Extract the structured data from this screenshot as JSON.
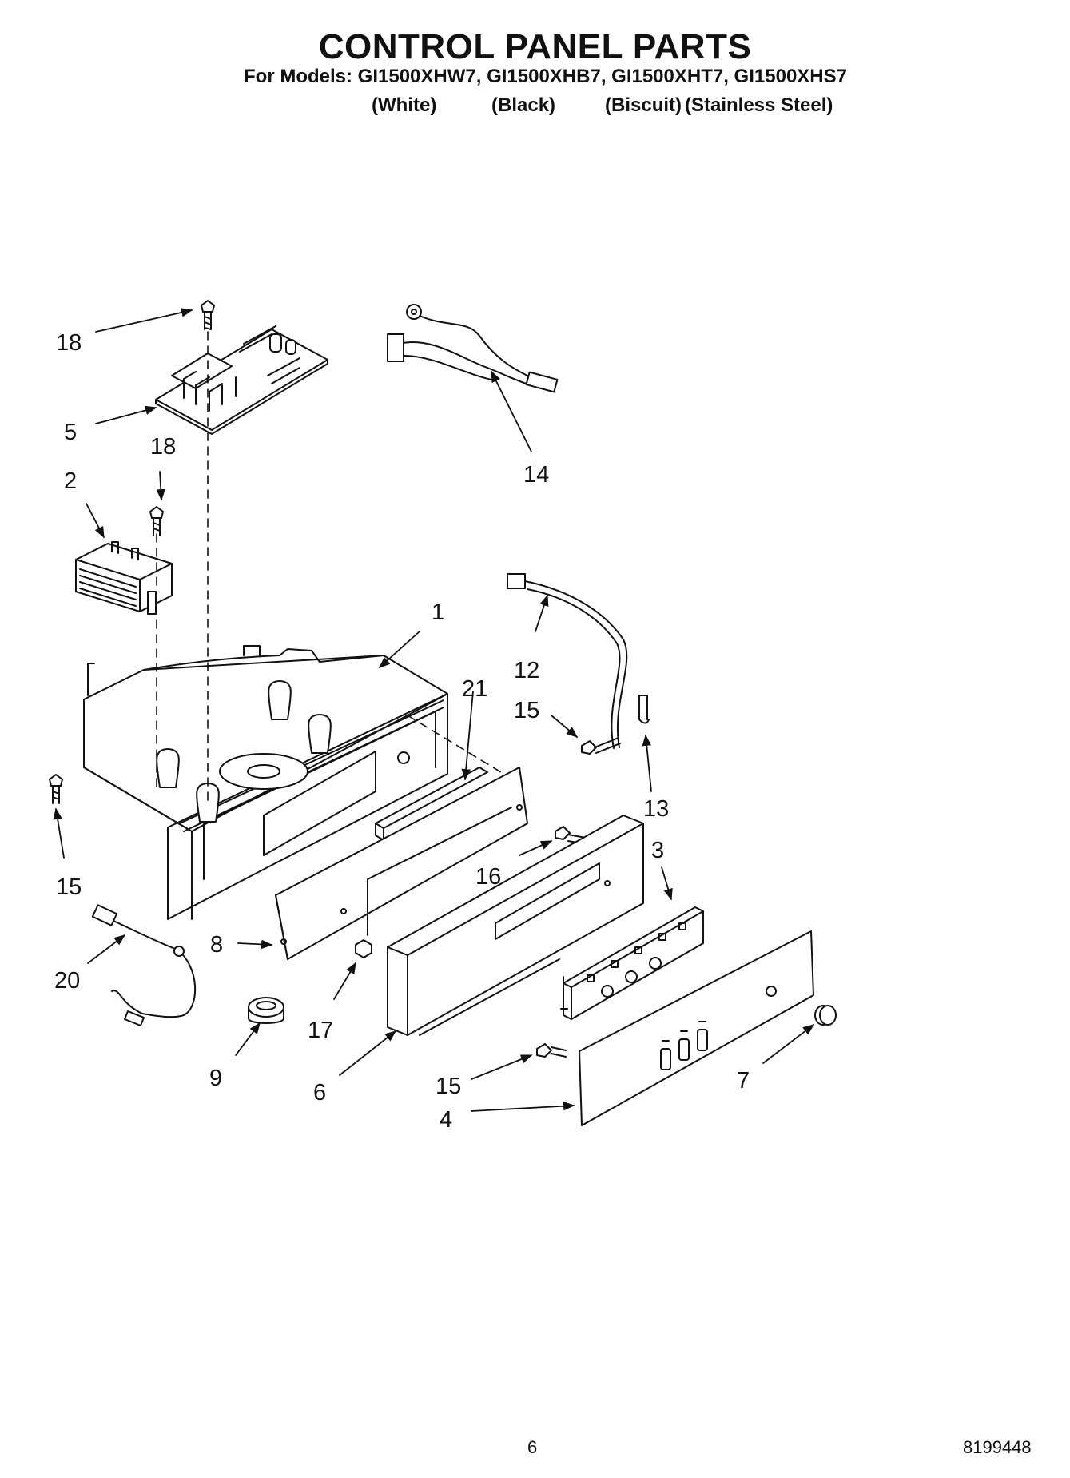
{
  "header": {
    "title": "CONTROL PANEL PARTS",
    "models_line": "For Models: GI1500XHW7, GI1500XHB7, GI1500XHT7, GI1500XHS7",
    "finishes": [
      "(White)",
      "(Black)",
      "(Biscuit)",
      "(Stainless Steel)"
    ]
  },
  "callouts": [
    "18",
    "5",
    "18",
    "2",
    "14",
    "1",
    "21",
    "12",
    "15",
    "13",
    "15",
    "16",
    "3",
    "8",
    "20",
    "17",
    "9",
    "6",
    "15",
    "4",
    "7"
  ],
  "footer": {
    "page_number": "6",
    "doc_number": "8199448"
  }
}
